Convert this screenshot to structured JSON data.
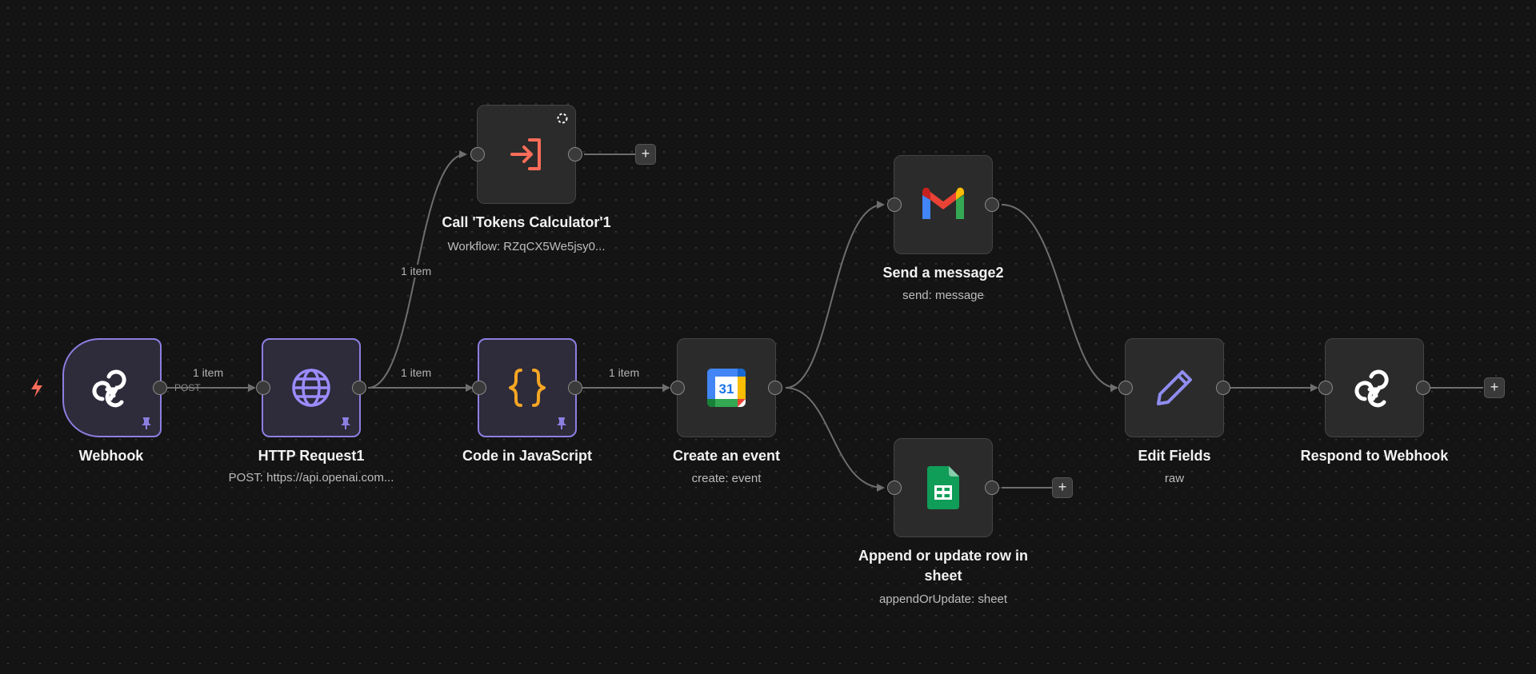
{
  "nodes": {
    "webhook": {
      "title": "Webhook",
      "icon": "webhook-icon",
      "pinned": true
    },
    "http": {
      "title": "HTTP Request1",
      "subtitle": "POST: https://api.openai.com...",
      "icon": "globe-icon",
      "pinned": true
    },
    "tokens": {
      "title": "Call 'Tokens Calculator'1",
      "subtitle": "Workflow: RZqCX5We5jsy0...",
      "icon": "call-workflow-icon"
    },
    "code": {
      "title": "Code in JavaScript",
      "icon": "code-braces-icon",
      "pinned": true
    },
    "calendar": {
      "title": "Create an event",
      "subtitle": "create: event",
      "icon": "google-calendar-icon",
      "icon_text": "31"
    },
    "gmail": {
      "title": "Send a message2",
      "subtitle": "send: message",
      "icon": "gmail-icon"
    },
    "sheets": {
      "title": "Append or update row in sheet",
      "subtitle": "appendOrUpdate: sheet",
      "icon": "google-sheets-icon"
    },
    "edit": {
      "title": "Edit Fields",
      "subtitle": "raw",
      "icon": "pencil-icon"
    },
    "respond": {
      "title": "Respond to Webhook",
      "icon": "webhook-icon"
    }
  },
  "edges": {
    "webhook_http": {
      "label": "1 item",
      "method": "POST"
    },
    "http_tokens": {
      "label": "1 item"
    },
    "http_code": {
      "label": "1 item"
    },
    "code_calendar": {
      "label": "1 item"
    }
  },
  "add_button_label": "+",
  "colors": {
    "canvas": "#141414",
    "node": "#2b2b2b",
    "pinned_border": "#8b7fe0",
    "edge": "#6e6e6e",
    "trigger_bolt": "#ff6b5b",
    "code_icon": "#f5a623",
    "call_workflow_icon": "#ff6d5a"
  }
}
